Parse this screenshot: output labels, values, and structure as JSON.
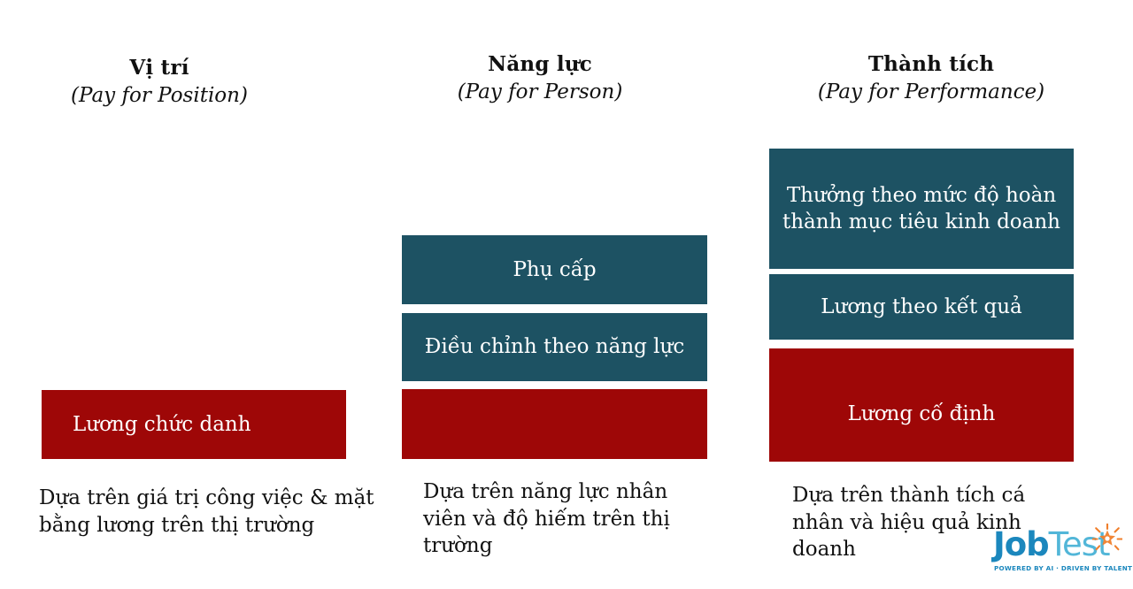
{
  "columns": [
    {
      "key": "position",
      "title_vi": "Vị trí",
      "title_en": "(Pay for Position)",
      "caption": "Dựa trên giá trị công việc & mặt bằng lương trên thị trường",
      "bars": [
        {
          "key": "base",
          "label": "Lương chức danh",
          "color": "#9e0707",
          "type": "red"
        }
      ]
    },
    {
      "key": "person",
      "title_vi": "Năng lực",
      "title_en": "(Pay for Person)",
      "caption": "Dựa trên năng lực nhân viên và độ hiếm trên thị trường",
      "bars": [
        {
          "key": "allowance",
          "label": "Phụ cấp",
          "color": "#1d5263",
          "type": "teal"
        },
        {
          "key": "adjustment",
          "label": "Điều chỉnh theo năng lực",
          "color": "#1d5263",
          "type": "teal"
        },
        {
          "key": "base",
          "label": "",
          "color": "#9e0707",
          "type": "red"
        }
      ]
    },
    {
      "key": "performance",
      "title_vi": "Thành tích",
      "title_en": "(Pay for Performance)",
      "caption": "Dựa trên thành tích cá nhân và hiệu quả kinh doanh",
      "bars": [
        {
          "key": "bonus",
          "label": "Thưởng theo mức độ hoàn thành mục tiêu kinh doanh",
          "color": "#1d5263",
          "type": "teal"
        },
        {
          "key": "result",
          "label": "Lương theo kết quả",
          "color": "#1d5263",
          "type": "teal"
        },
        {
          "key": "base",
          "label": "Lương cố định",
          "color": "#9e0707",
          "type": "red"
        }
      ]
    }
  ],
  "logo": {
    "name": "JobTest",
    "word_primary": "Job",
    "word_secondary": "Test",
    "tagline": "POWERED BY AI · DRIVEN BY TALENT",
    "color_primary": "#1b87bd",
    "color_secondary": "#52b6d8",
    "color_accent": "#f07f2c",
    "icon": "starburst-icon"
  },
  "palette": {
    "teal": "#1d5263",
    "red": "#9e0707",
    "background": "#ffffff",
    "text": "#111111",
    "bar_text": "#ffffff"
  }
}
